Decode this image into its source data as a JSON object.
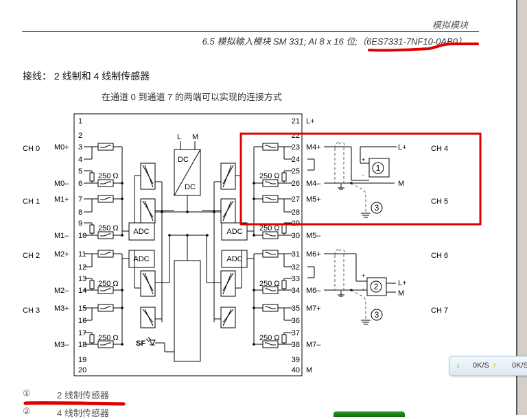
{
  "header": {
    "section": "模拟模块",
    "subtitle": "6.5 模拟输入模块 SM 331; AI 8 x 16 位;（6ES7331-7NF10-0AB0）"
  },
  "heading": "接线： 2 线制和 4 线制传感器",
  "subtext": "在通道 0 到通道 7 的两端可以实现的连接方式",
  "diagram": {
    "left_terminals": [
      "1",
      "2",
      "3",
      "4",
      "5",
      "6",
      "7",
      "8",
      "9",
      "10",
      "11",
      "12",
      "13",
      "14",
      "15",
      "16",
      "17",
      "18",
      "19",
      "20"
    ],
    "right_terminals": [
      "21",
      "22",
      "23",
      "24",
      "25",
      "26",
      "27",
      "28",
      "29",
      "30",
      "31",
      "32",
      "33",
      "34",
      "35",
      "36",
      "37",
      "38",
      "39",
      "40"
    ],
    "left_signals": [
      {
        "label": "M0+",
        "row": 3
      },
      {
        "label": "M0–",
        "row": 6
      },
      {
        "label": "M1+",
        "row": 7
      },
      {
        "label": "M1–",
        "row": 10
      },
      {
        "label": "M2+",
        "row": 11
      },
      {
        "label": "M2–",
        "row": 14
      },
      {
        "label": "M3+",
        "row": 15
      },
      {
        "label": "M3–",
        "row": 18
      }
    ],
    "right_signals": [
      {
        "label": "L+",
        "row": 1
      },
      {
        "label": "M4+",
        "row": 3
      },
      {
        "label": "M4–",
        "row": 6
      },
      {
        "label": "M5+",
        "row": 7
      },
      {
        "label": "M5–",
        "row": 10
      },
      {
        "label": "M6+",
        "row": 11
      },
      {
        "label": "M6–",
        "row": 14
      },
      {
        "label": "M7+",
        "row": 15
      },
      {
        "label": "M7–",
        "row": 18
      },
      {
        "label": "M",
        "row": 20
      }
    ],
    "left_channels": [
      "CH 0",
      "CH 1",
      "CH 2",
      "CH 3"
    ],
    "right_channels": [
      "CH 4",
      "CH 5",
      "CH 6",
      "CH 7"
    ],
    "resistor_label": "250 Ω",
    "adc_label": "ADC",
    "dc_in": "DC",
    "dc_out": "DC",
    "supply_l": "L",
    "supply_m": "M",
    "sf_label": "SF",
    "ext": {
      "ch4_lplus": "L+",
      "ch4_m": "M",
      "ch6_lplus": "L+",
      "ch6_m": "M",
      "plus": "+",
      "minus": "-",
      "sensor1": "1",
      "sensor2": "2",
      "ground3": "3"
    }
  },
  "footnotes": [
    {
      "marker": "①",
      "text": "2 线制传感器"
    },
    {
      "marker": "②",
      "text": "4 线制传感器"
    }
  ],
  "toast": {
    "down_rate": "0K/S",
    "up_rate": "0K/S",
    "down_color": "#2a9a2a",
    "up_color": "#e8a800"
  },
  "colors": {
    "annotation_red": "#e00000"
  }
}
